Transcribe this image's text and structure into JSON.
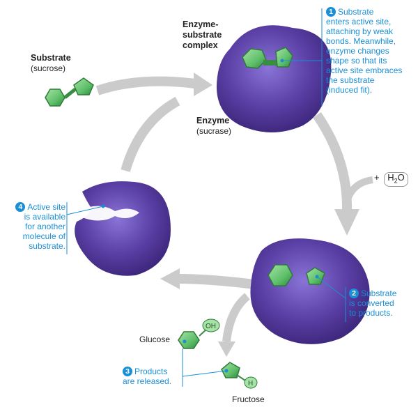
{
  "labels": {
    "substrate_title": "Substrate",
    "substrate_sub": "(sucrose)",
    "complex_line1": "Enzyme-",
    "complex_line2": "substrate",
    "complex_line3": "complex",
    "enzyme_title": "Enzyme",
    "enzyme_sub": "(sucrase)",
    "water_plus": "+",
    "water_h": "H",
    "water_2": "2",
    "water_o": "O",
    "glucose": "Glucose",
    "fructose": "Fructose",
    "oh": "OH",
    "h": "H"
  },
  "steps": [
    {
      "number": "1",
      "lines": [
        "Substrate",
        "enters active site,",
        "attaching by weak",
        "bonds. Meanwhile,",
        "enzyme changes",
        "shape so that its",
        "active site embraces",
        "the substrate",
        "(induced fit)."
      ]
    },
    {
      "number": "2",
      "lines": [
        "Substrate",
        "is converted",
        "to products."
      ]
    },
    {
      "number": "3",
      "lines": [
        "Products",
        "are released."
      ]
    },
    {
      "number": "4",
      "lines": [
        "Active site",
        "is available",
        "for another",
        "molecule of",
        "substrate."
      ]
    }
  ],
  "colors": {
    "enzyme": "#5a3fa0",
    "substrate": "#5fbf6a",
    "arrow": "#c9c9c9",
    "callout": "#1a8fd6"
  }
}
